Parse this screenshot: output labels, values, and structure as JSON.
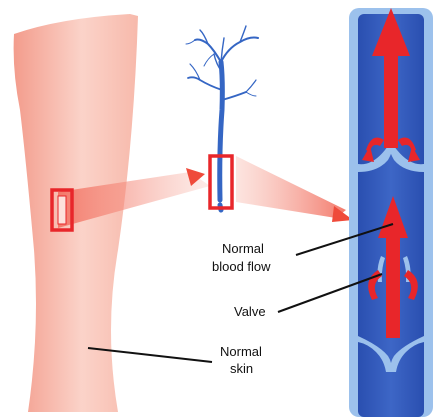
{
  "labels": {
    "blood_flow_line1": "Normal",
    "blood_flow_line2": "blood flow",
    "valve": "Valve",
    "skin_line1": "Normal",
    "skin_line2": "skin"
  },
  "colors": {
    "skin": "#f6b5a8",
    "vein_blue": "#2f55b5",
    "vein_light": "#8ab4e6",
    "arrow_red": "#e8262a",
    "zoom_box": "#e8262a"
  }
}
